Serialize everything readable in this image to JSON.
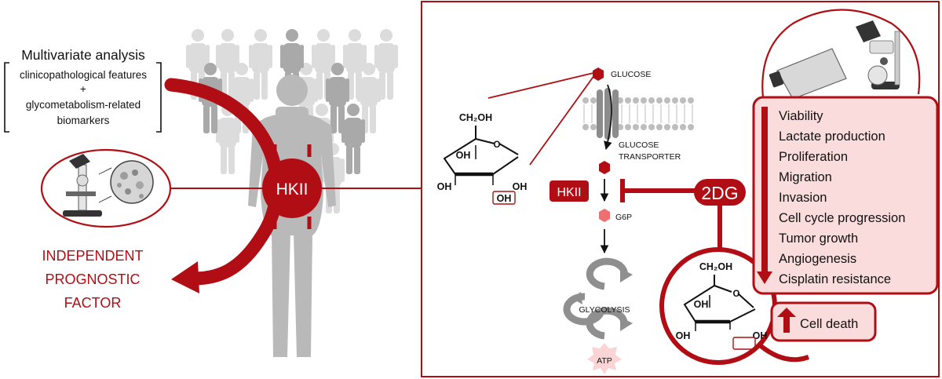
{
  "left_panel": {
    "title": "Multivariate analysis",
    "features_line": "clinicopathological features",
    "plus_sign": "+",
    "biomarkers_line1": "glycometabolism-related",
    "biomarkers_line2": "biomarkers",
    "hk_label": "HKII",
    "result_line1": "INDEPENDENT",
    "result_line2": "PROGNOSTIC",
    "result_line3": "FACTOR"
  },
  "right_panel": {
    "glucose_label": "GLUCOSE",
    "transporter_line1": "GLUCOSE",
    "transporter_line2": "TRANSPORTER",
    "hk_enzyme_label": "HKII",
    "g6p_label": "G6P",
    "glycolysis_label": "GLYCOLYSIS",
    "atp_label": "ATP",
    "inhibitor_label": "2DG",
    "glucose_struct": {
      "ch2oh": "CH₂OH",
      "ring_o": "O",
      "oh_a": "OH",
      "oh_b": "OH",
      "oh_c": "OH",
      "oh_d": "OH"
    },
    "dg_struct": {
      "ch2oh": "CH₂OH",
      "ring_o": "O",
      "oh_a": "OH",
      "oh_b": "OH",
      "oh_c": "OH"
    },
    "effects_decreased": [
      "Viability",
      "Lactate production",
      "Proliferation",
      "Migration",
      "Invasion",
      "Cell cycle progression",
      "Tumor growth",
      "Angiogenesis",
      "Cisplatin resistance"
    ],
    "effect_increased": "Cell death"
  },
  "colors": {
    "accent_red": "#b00e14",
    "light_red": "#e96b6b",
    "pink_fill": "#fbdada",
    "gray_figure": "#b7b7b7",
    "gray_crowd": "#d4d4d4"
  }
}
